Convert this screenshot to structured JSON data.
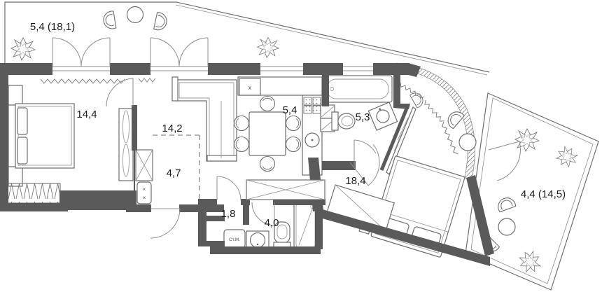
{
  "plan": {
    "type": "apartment-floor-plan",
    "rooms": {
      "terrace_top": {
        "label": "5,4 (18,1)"
      },
      "bedroom_left": {
        "label": "14,4"
      },
      "living": {
        "label": "14,2"
      },
      "hall": {
        "label": "4,7"
      },
      "kitchen": {
        "label": "5,4"
      },
      "bathroom": {
        "label": "5,3"
      },
      "hall_small": {
        "label": "1,8"
      },
      "bathroom_small": {
        "label": "4,0"
      },
      "bedroom_right": {
        "label": "18,4"
      },
      "terrace_right": {
        "label": "4,4 (14,5)"
      }
    },
    "symbols": {
      "washing_machine": "Ст.М.",
      "vent_x": "x",
      "shaft_x": "×"
    },
    "colors": {
      "wall": "#5a5a5a",
      "furniture_line": "#6f6f6f",
      "background": "#ffffff",
      "label_text": "#1b1b1b"
    }
  }
}
